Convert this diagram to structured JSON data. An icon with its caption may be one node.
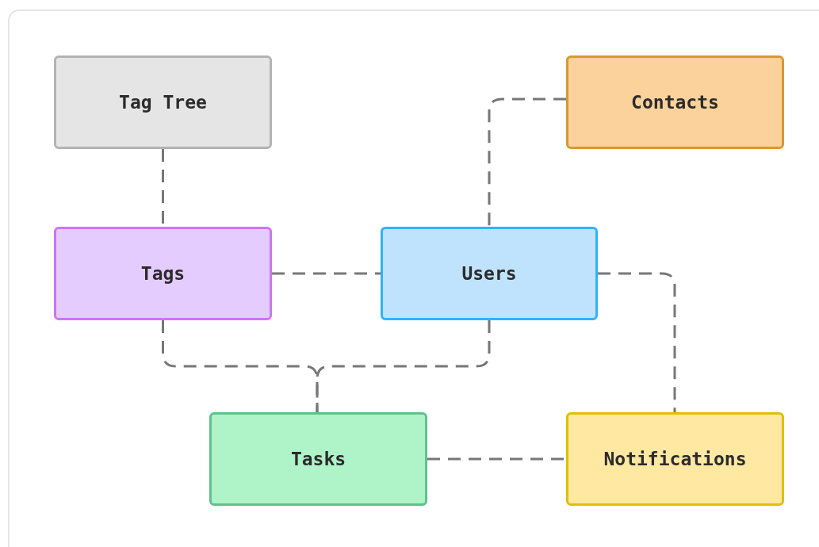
{
  "diagram": {
    "nodes": [
      {
        "text": [
          "Tag Tree"
        ]
      },
      {
        "text": [
          "Contacts"
        ]
      },
      {
        "text": [
          "Tags"
        ]
      },
      {
        "text": [
          "Users"
        ]
      },
      {
        "text": [
          "Tasks"
        ]
      },
      {
        "text": [
          "Notifications"
        ]
      }
    ],
    "edges": [
      {
        "from": 0,
        "to": 2,
        "arrow": "none",
        "style": "dashed"
      },
      {
        "from": 1,
        "to": 3,
        "arrow": "none",
        "style": "dashed"
      },
      {
        "from": 2,
        "to": 3,
        "arrow": "none",
        "style": "dashed"
      },
      {
        "from": 3,
        "to": 5,
        "arrow": "none",
        "style": "dashed"
      },
      {
        "from": 2,
        "to": 4,
        "arrow": "none",
        "style": "dashed"
      },
      {
        "from": 3,
        "to": 4,
        "arrow": "none",
        "style": "dashed"
      },
      {
        "from": 4,
        "to": 5,
        "arrow": "none",
        "style": "dashed"
      }
    ]
  }
}
